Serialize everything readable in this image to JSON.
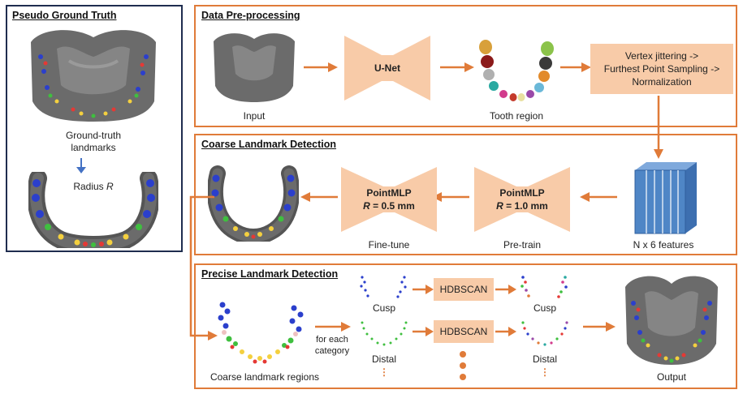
{
  "colors": {
    "orange": "#e07b39",
    "navy": "#1f2d4f",
    "box_fill": "#f8cba8",
    "feature_blue": "#4f86c6",
    "arrow_blue": "#4472c4"
  },
  "pseudo_gt": {
    "title": "Pseudo Ground Truth",
    "landmarks_label_line1": "Ground-truth",
    "landmarks_label_line2": "landmarks",
    "radius_label": "Radius",
    "radius_symbol": "R"
  },
  "preprocessing": {
    "title": "Data Pre-processing",
    "input_label": "Input",
    "unet_label": "U-Net",
    "tooth_region_label": "Tooth region",
    "pipeline_line1": "Vertex jittering ->",
    "pipeline_line2": "Furthest Point Sampling ->",
    "pipeline_line3": "Normalization"
  },
  "coarse": {
    "title": "Coarse Landmark Detection",
    "features_label": "N x 6 features",
    "pretrain": {
      "name": "PointMLP",
      "radius_prefix": "R",
      "radius_value": " = 1.0 mm",
      "caption": "Pre-train"
    },
    "finetune": {
      "name": "PointMLP",
      "radius_prefix": "R",
      "radius_value": " = 0.5 mm",
      "caption": "Fine-tune"
    }
  },
  "precise": {
    "title": "Precise Landmark Detection",
    "regions_label": "Coarse landmark regions",
    "for_each_line1": "for each",
    "for_each_line2": "category",
    "cusp_label": "Cusp",
    "distal_label": "Distal",
    "cluster_label": "HDBSCAN",
    "cusp_out_label": "Cusp",
    "distal_out_label": "Distal",
    "output_label": "Output"
  }
}
